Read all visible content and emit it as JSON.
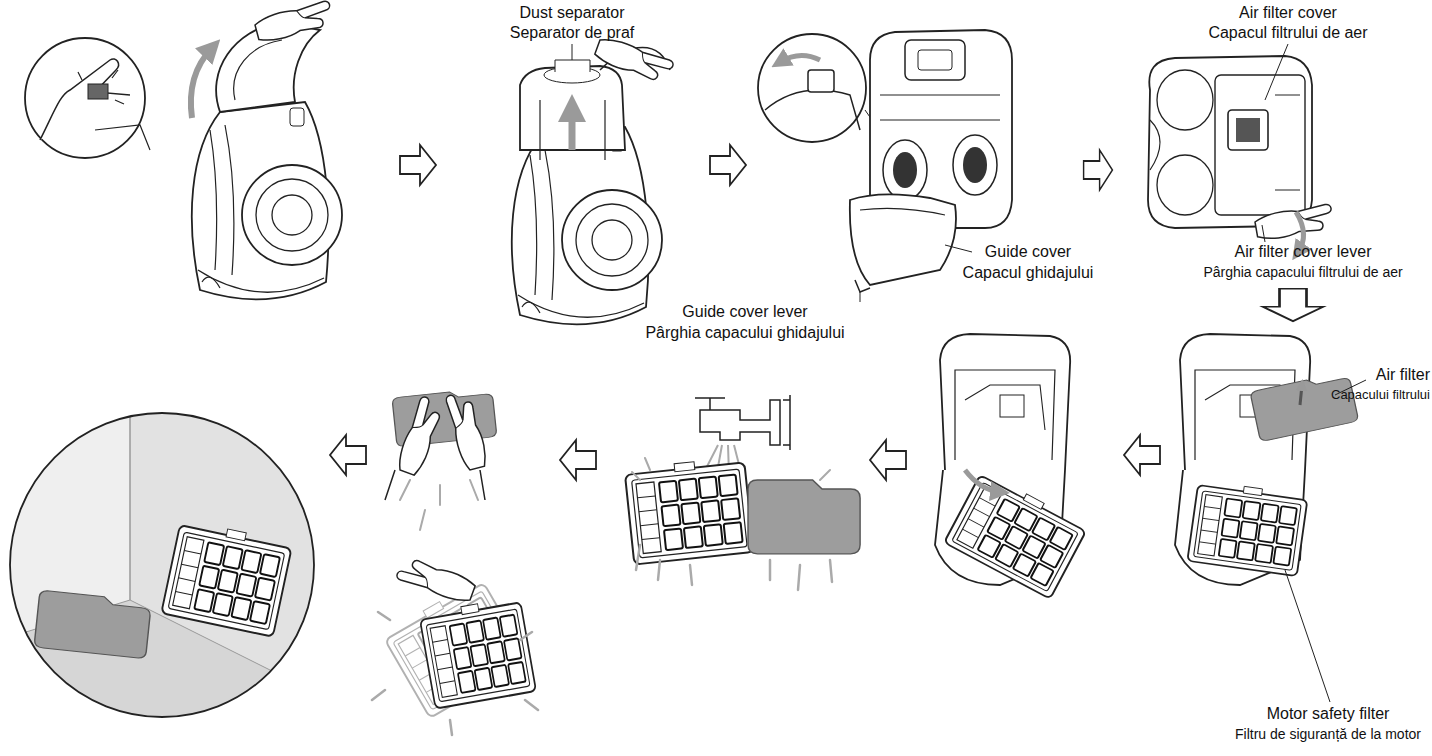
{
  "diagram": {
    "labels": [
      "Dust separator",
      "Separator de praf",
      "Air filter cover",
      "Capacul filtrului de aer",
      "Guide cover",
      "Capacul ghidajului",
      "Guide cover lever",
      "Pârghia capacului ghidajului",
      "Air filter cover lever",
      "Pârghia capacului filtrului de aer",
      "Air filter",
      "Capacului filtrului",
      "Motor safety filter",
      "Filtru de siguranță de la motor"
    ]
  }
}
